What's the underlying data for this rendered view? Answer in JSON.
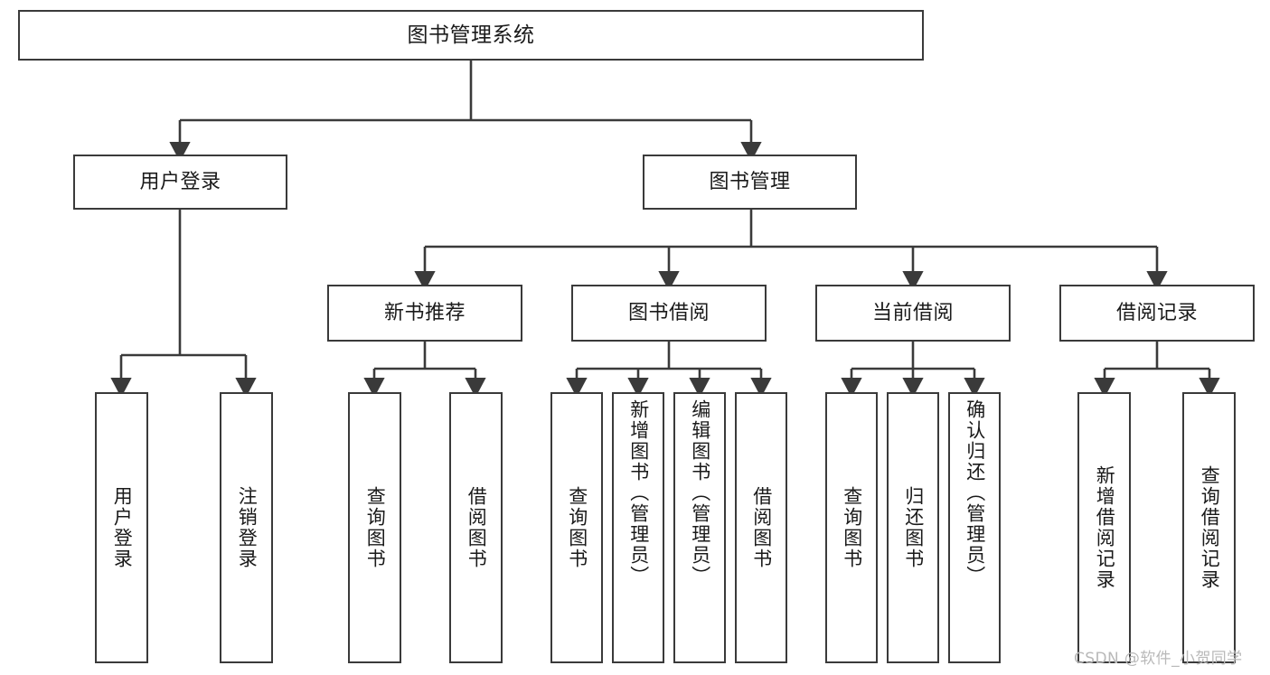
{
  "diagram": {
    "title": "图书管理系统",
    "watermark": "CSDN @软件_小贺同学",
    "line_color": "#3a3a3a",
    "box_fill": "#ffffff",
    "text_color": "#1a1a1a",
    "levels": {
      "level1": [
        "图书管理系统"
      ],
      "level2": [
        "用户登录",
        "图书管理"
      ],
      "level3": [
        "新书推荐",
        "图书借阅",
        "当前借阅",
        "借阅记录"
      ],
      "level4": [
        "用户登录",
        "注销登录",
        "查询图书",
        "借阅图书",
        "查询图书",
        "新增图书（管理员）",
        "编辑图书（管理员）",
        "借阅图书",
        "查询图书",
        "归还图书",
        "确认归还（管理员）",
        "新增借阅记录",
        "查询借阅记录"
      ]
    },
    "nodes": {
      "root": "图书管理系统",
      "user_login": "用户登录",
      "book_manage": "图书管理",
      "new_book_rec": "新书推荐",
      "book_borrow": "图书借阅",
      "current_borrow": "当前借阅",
      "borrow_record": "借阅记录",
      "leaf_user_login": "用户登录",
      "leaf_logout": "注销登录",
      "leaf_q1": "查询图书",
      "leaf_b1": "借阅图书",
      "leaf_q2": "查询图书",
      "leaf_add_book": "新增图书（管理员）",
      "leaf_edit_book": "编辑图书（管理员）",
      "leaf_b2": "借阅图书",
      "leaf_q3": "查询图书",
      "leaf_return": "归还图书",
      "leaf_confirm_return": "确认归还（管理员）",
      "leaf_add_record": "新增借阅记录",
      "leaf_query_record": "查询借阅记录"
    }
  }
}
